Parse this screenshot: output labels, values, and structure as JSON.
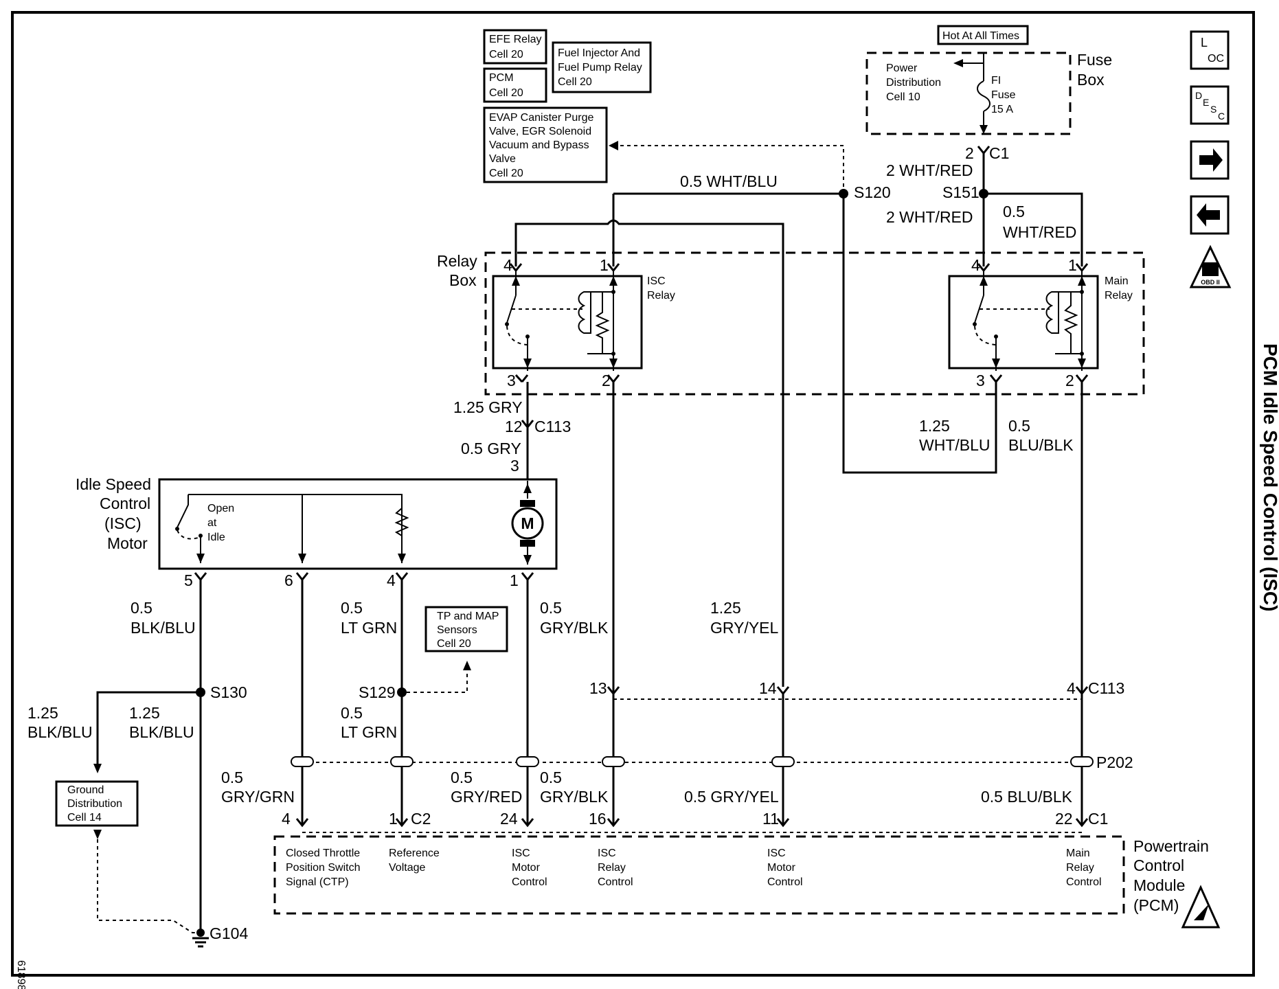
{
  "title": "PCM Idle Speed Control (ISC)",
  "figure_number": "61898",
  "nav": {
    "loc": {
      "main": "L",
      "sub": "OC"
    },
    "desc": {
      "main": "D",
      "sub1": "E",
      "sub2": "S",
      "sub3": "C"
    },
    "next_icon": "right-arrow-icon",
    "prev_icon": "left-arrow-icon",
    "obd_label": "OBD II"
  },
  "refs": {
    "efe": [
      "EFE Relay",
      "Cell 20"
    ],
    "injector": [
      "Fuel Injector And",
      "Fuel Pump Relay",
      "Cell 20"
    ],
    "pcm": [
      "PCM",
      "Cell 20"
    ],
    "evap": [
      "EVAP Canister Purge",
      "Valve, EGR Solenoid",
      "Vacuum and Bypass",
      "Valve",
      "Cell 20"
    ],
    "tp_map": [
      "TP and MAP",
      "Sensors",
      "Cell 20"
    ],
    "ground_dist": [
      "Ground",
      "Distribution",
      "Cell 14"
    ]
  },
  "fuse_box": {
    "hot": "Hot At All Times",
    "label": [
      "Fuse",
      "Box"
    ],
    "power_dist": [
      "Power",
      "Distribution",
      "Cell 10"
    ],
    "fuse": [
      "FI",
      "Fuse",
      "15 A"
    ]
  },
  "relay_box": {
    "label": [
      "Relay",
      "Box"
    ],
    "isc_relay": [
      "ISC",
      "Relay"
    ],
    "main_relay": [
      "Main",
      "Relay"
    ]
  },
  "motor": {
    "label": [
      "Idle Speed",
      "Control",
      "(ISC)",
      "Motor"
    ],
    "switch": [
      "Open",
      "at",
      "Idle"
    ],
    "symbol": "M"
  },
  "pcm": {
    "label": [
      "Powertrain",
      "Control",
      "Module",
      "(PCM)"
    ],
    "terminals": [
      [
        "Closed Throttle",
        "Position Switch",
        "Signal (CTP)"
      ],
      [
        "Reference",
        "Voltage"
      ],
      [
        "ISC",
        "Motor",
        "Control"
      ],
      [
        "ISC",
        "Relay",
        "Control"
      ],
      [
        "ISC",
        "Motor",
        "Control"
      ],
      [
        "Main",
        "Relay",
        "Control"
      ]
    ]
  },
  "labels": {
    "c1_pin": "2",
    "c1": "C1",
    "w_2whtred_a": "2 WHT/RED",
    "s151": "S151",
    "w_2whtred_b": "2 WHT/RED",
    "w_05_a": "0.5",
    "w_whtred": "WHT/RED",
    "w_whtblu": "0.5 WHT/BLU",
    "s120": "S120",
    "isc_pin4": "4",
    "isc_pin1": "1",
    "isc_pin3": "3",
    "isc_pin2": "2",
    "main_pin4": "4",
    "main_pin1": "1",
    "main_pin3": "3",
    "main_pin2": "2",
    "w_125gry": "1.25 GRY",
    "c113_pin12": "12",
    "c113_a": "C113",
    "w_05gry": "0.5 GRY",
    "m_pin3": "3",
    "w_125": "1.25",
    "w_whtblu2": "WHT/BLU",
    "w_05_b": "0.5",
    "w_blublk": "BLU/BLK",
    "m_pin5": "5",
    "m_pin6": "6",
    "m_pin4": "4",
    "m_pin1": "1",
    "w_05_c": "0.5",
    "w_blkblu": "BLK/BLU",
    "w_05_d": "0.5",
    "w_ltgrn": "LT GRN",
    "w_05_e": "0.5",
    "w_gryblk": "GRY/BLK",
    "w_125_b": "1.25",
    "w_gryyel": "GRY/YEL",
    "s130": "S130",
    "s129": "S129",
    "w_125_c": "1.25",
    "w_blkblu_b": "BLK/BLU",
    "w_125_d": "1.25",
    "w_blkblu_c": "BLK/BLU",
    "w_05_f": "0.5",
    "w_ltgrn_b": "LT GRN",
    "c113_pin13": "13",
    "c113_pin14": "14",
    "c113_pin4": "4",
    "c113_b": "C113",
    "p202": "P202",
    "w_05_g": "0.5",
    "w_grygrn": "GRY/GRN",
    "w_05_h": "0.5",
    "w_gryred": "GRY/RED",
    "w_05_i": "0.5",
    "w_gryblk_b": "GRY/BLK",
    "w_gryyel_b": "0.5 GRY/YEL",
    "w_blublk_b": "0.5 BLU/BLK",
    "pcm_pin4": "4",
    "pcm_pin1": "1",
    "c2": "C2",
    "pcm_pin24": "24",
    "pcm_pin16": "16",
    "pcm_pin11": "11",
    "pcm_pin22": "22",
    "c1_b": "C1",
    "g104": "G104"
  }
}
